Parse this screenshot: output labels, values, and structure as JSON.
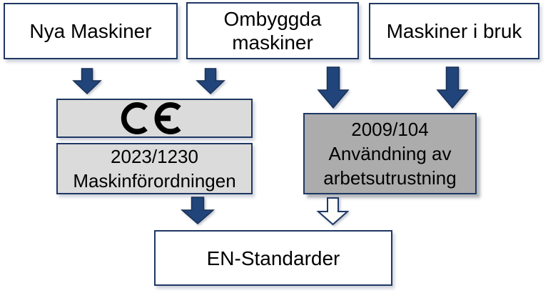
{
  "diagram": {
    "description": "Swedish machinery regulation flow diagram",
    "colors": {
      "border_navy": "#1F3864",
      "arrow_navy_fill": "#21457A",
      "arrow_outline_fill": "#FCFCF9",
      "box_light_gray": "#DBDBDB",
      "box_dark_gray": "#ACACAC",
      "box_white": "#FFFFFF",
      "text_black": "#000000"
    },
    "top_boxes": {
      "nya": {
        "label": "Nya Maskiner"
      },
      "ombyggda": {
        "lines": [
          "Ombyggda",
          "maskiner"
        ]
      },
      "ibruk": {
        "label": "Maskiner i bruk"
      }
    },
    "ce_box": {
      "label": "CE"
    },
    "regulation_2023_box": {
      "lines": [
        "2023/1230",
        "Maskinförordningen"
      ]
    },
    "directive_2009_box": {
      "lines": [
        "2009/104",
        "Användning av",
        "arbetsutrustning"
      ]
    },
    "standards_box": {
      "label": "EN-Standarder"
    },
    "arrows": [
      {
        "from": "nya-maskiner",
        "to": "ce-box",
        "style": "solid-navy"
      },
      {
        "from": "ombyggda-maskiner",
        "to": "ce-box",
        "style": "solid-navy"
      },
      {
        "from": "ombyggda-maskiner",
        "to": "directive-2009-box",
        "style": "solid-navy"
      },
      {
        "from": "maskiner-i-bruk",
        "to": "directive-2009-box",
        "style": "solid-navy"
      },
      {
        "from": "regulation-2023-box",
        "to": "standards-box",
        "style": "solid-navy"
      },
      {
        "from": "directive-2009-box",
        "to": "standards-box",
        "style": "outline-white"
      }
    ]
  }
}
